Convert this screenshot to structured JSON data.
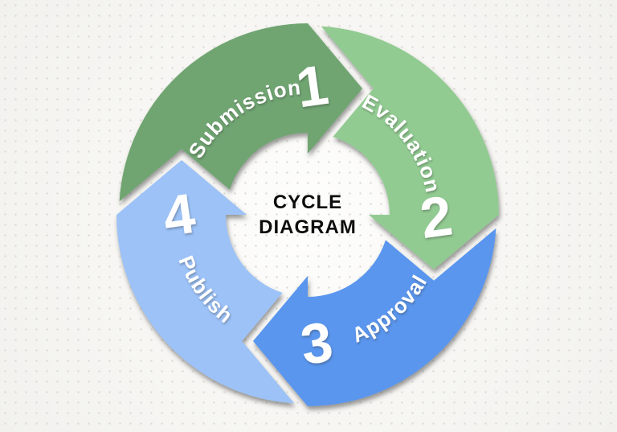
{
  "diagram": {
    "type": "cycle",
    "title_line1": "CYCLE",
    "title_line2": "DIAGRAM",
    "title_color": "#0d0d0d",
    "text_color": "#ffffff",
    "background_color": "#f7f6f4",
    "dot_color": "#deddd9",
    "segments": [
      {
        "number": "1",
        "label": "Submission",
        "color": "#6FA572"
      },
      {
        "number": "2",
        "label": "Evaluation",
        "color": "#92CB92"
      },
      {
        "number": "3",
        "label": "Approval",
        "color": "#5A96EE"
      },
      {
        "number": "4",
        "label": "Publish",
        "color": "#9CC2F7"
      }
    ]
  }
}
